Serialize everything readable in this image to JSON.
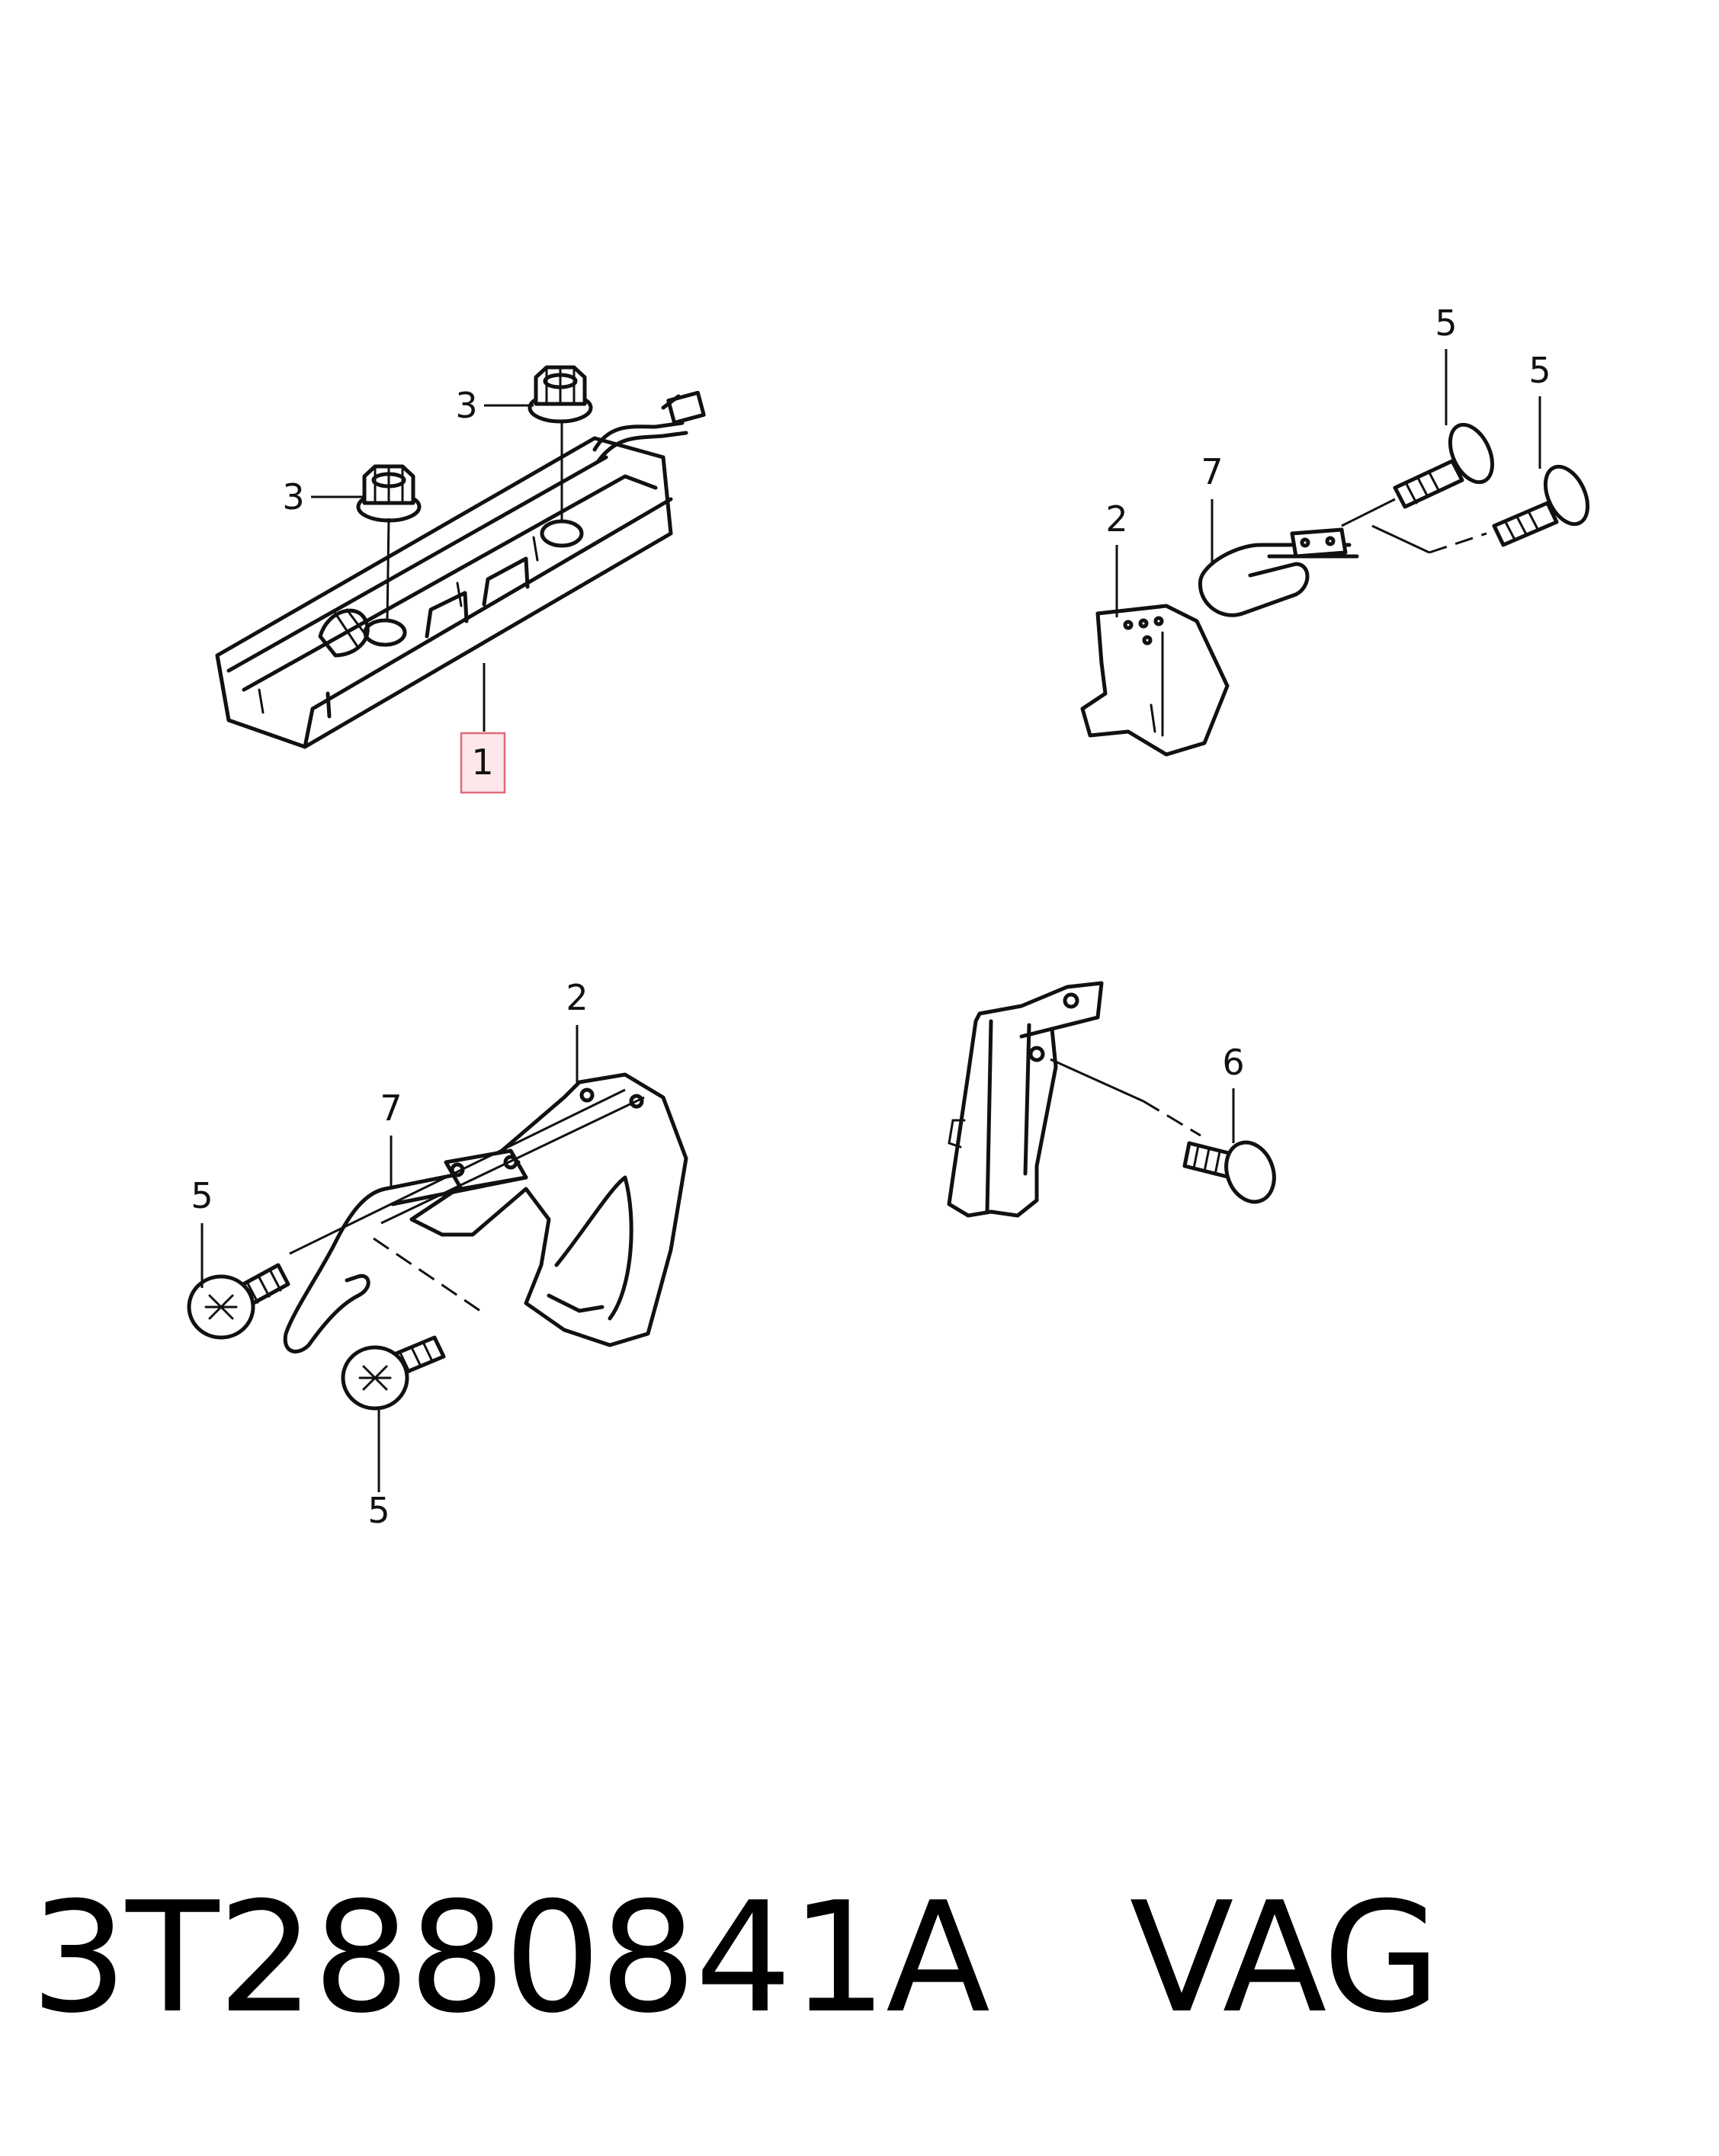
{
  "callouts": {
    "group1": {
      "part1": "1",
      "nut_left": "3",
      "nut_right": "3"
    },
    "group2": {
      "bracket": "2",
      "hook": "7",
      "bolt_a": "5",
      "bolt_b": "5"
    },
    "group3": {
      "bracket": "2",
      "hook": "7",
      "bolt_a": "5",
      "bolt_b": "5"
    },
    "group4": {
      "bolt": "6"
    }
  },
  "footer": {
    "part_number": "3T2880841A",
    "brand": "VAG"
  },
  "colors": {
    "highlight_fill": "#fde7ea",
    "highlight_stroke": "#e06a7a",
    "line": "#111111"
  }
}
